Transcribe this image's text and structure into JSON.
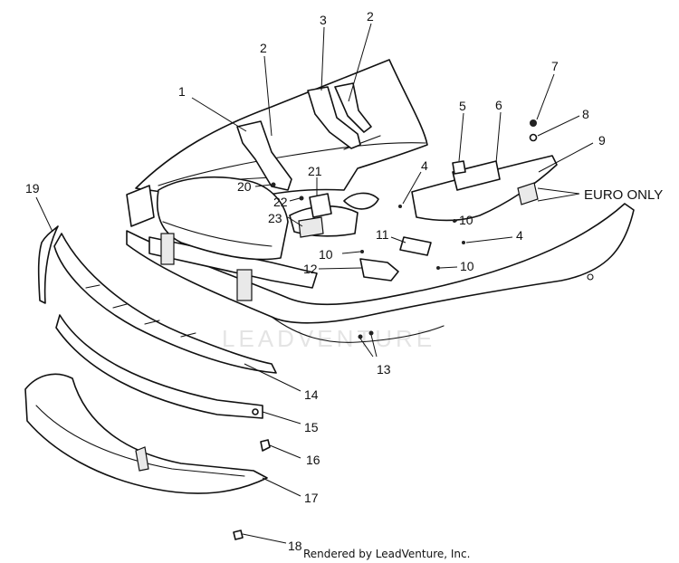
{
  "callouts": {
    "c1": "1",
    "c2a": "2",
    "c2b": "2",
    "c3": "3",
    "c4a": "4",
    "c4b": "4",
    "c5": "5",
    "c6": "6",
    "c7": "7",
    "c8": "8",
    "c9": "9",
    "c10a": "10",
    "c10b": "10",
    "c10c": "10",
    "c11": "11",
    "c12": "12",
    "c13": "13",
    "c14": "14",
    "c15": "15",
    "c16": "16",
    "c17": "17",
    "c18": "18",
    "c19": "19",
    "c20": "20",
    "c21": "21",
    "c22": "22",
    "c23": "23"
  },
  "note": "EURO ONLY",
  "watermark": "LEADVENTURE",
  "footer": "Rendered by LeadVenture, Inc."
}
